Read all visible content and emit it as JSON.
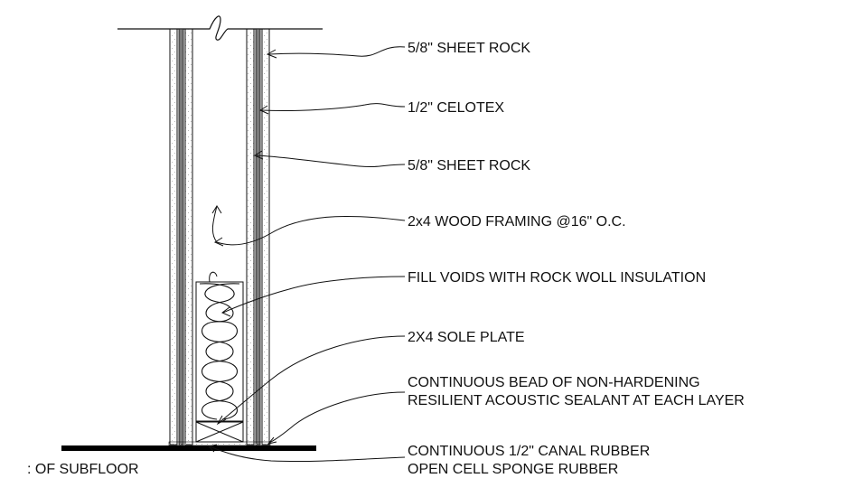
{
  "labels": {
    "sheet_rock_top": "5/8\" SHEET ROCK",
    "celotex": "1/2\" CELOTEX",
    "sheet_rock_inner": "5/8\" SHEET ROCK",
    "framing": "2x4 WOOD FRAMING @16\" O.C.",
    "insulation": "FILL VOIDS WITH ROCK WOLL INSULATION",
    "sole_plate": "2X4 SOLE PLATE",
    "sealant_line1": "CONTINUOUS BEAD OF NON-HARDENING",
    "sealant_line2": "RESILIENT ACOUSTIC SEALANT AT EACH LAYER",
    "rubber_line1": "CONTINUOUS 1/2\" CANAL RUBBER",
    "rubber_line2": "OPEN CELL SPONGE RUBBER",
    "subfloor": ": OF SUBFLOOR"
  },
  "colors": {
    "line": "#111111",
    "celotex_fill": "#7a7a7a",
    "stipple": "#b5b5b5"
  }
}
